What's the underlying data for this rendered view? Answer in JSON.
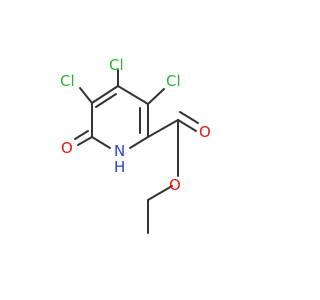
{
  "molecule": {
    "atoms": {
      "cl_top": "Cl",
      "cl_left": "Cl",
      "cl_right": "Cl",
      "oxo": "O",
      "ring_n": "N",
      "ring_h": "H",
      "carbonyl_o": "O",
      "ester_o": "O"
    }
  },
  "colors": {
    "carbon_bond": "#333333",
    "oxygen": "#e8160c",
    "chlorine": "#2fb32f",
    "nitrogen": "#2a3fd4"
  }
}
